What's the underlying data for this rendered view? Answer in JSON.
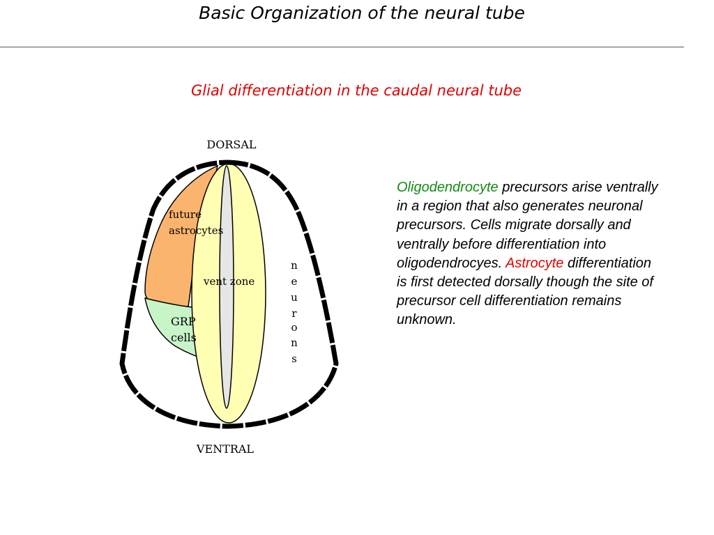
{
  "title": "Basic Organization of the neural tube",
  "subtitle": "Glial differentiation in the caudal neural tube",
  "diagram": {
    "dorsal_label": "DORSAL",
    "ventral_label": "VENTRAL",
    "future_astrocytes_line1": "future",
    "future_astrocytes_line2": "astrocytes",
    "vent_zone_label": "vent zone",
    "grp_line1": "GRP",
    "grp_line2": "cells",
    "neurons_letters": [
      "n",
      "e",
      "u",
      "r",
      "o",
      "n",
      "s"
    ],
    "colors": {
      "outline": "#000000",
      "future_astrocytes": "#fbb46e",
      "grp_cells": "#c8f5c8",
      "ventricular_zone": "#ffffb4",
      "lumen": "#e6e6e6"
    }
  },
  "description": {
    "oligo_word": "Oligodendrocyte",
    "part1": " precursors arise ventrally in a region that also generates neuronal precursors. Cells migrate dorsally and ventrally before differentiation into oligodendrocyes. ",
    "astro_word": "Astrocyte",
    "part2": " differentiation  is first detected dorsally though the site of precursor cell differentiation remains unknown.",
    "colors": {
      "oligo": "#148a14",
      "astro": "#e00000"
    }
  }
}
